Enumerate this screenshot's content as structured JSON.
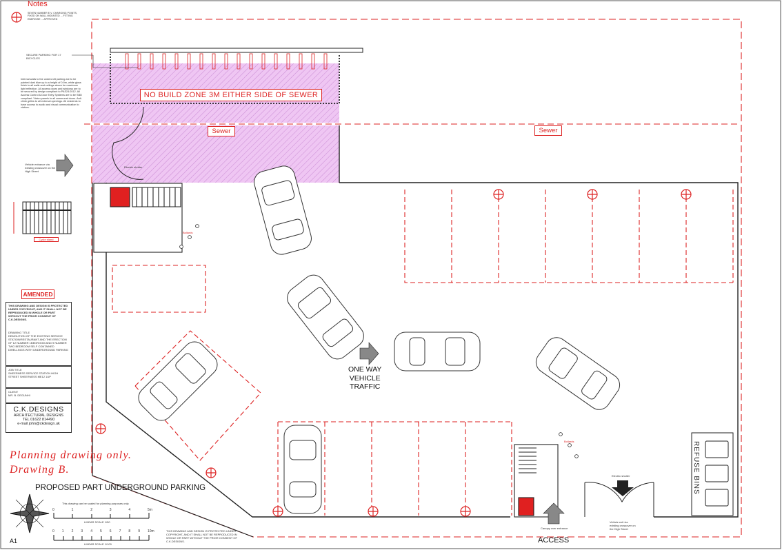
{
  "title_block": {
    "notes_label": "Notes",
    "notes_text": "SEVEN NUMBER E.V. CHARGING POINTS, FIXED ON WALL MOUNTED ... FITTING ENERGISE ... APPROVED",
    "planning_line1": "Planning drawing only.",
    "planning_line2": "Drawing B.",
    "amended": "AMENDED",
    "copyright": "THIS DRAWING AND DESIGN IS PROTECTED UNDER COPYRIGHT, AND IT SHALL NOT BE REPRODUCED IN WHOLE OR PART WITHOUT THE PRIOR CONSENT OF C.K.DESIGNS.",
    "drawing_title_label": "DRAWING TITLE",
    "drawing_title": "DEMOLITION OF THE EXISTING SERVICE STATION/RESTAURANT AND THE ERECTION OF 12 NUMBER 1BEDROOM AND 9 NUMBER TWO BEDROOM SELF CONTAINED DWELLINGS WITH UNDERGROUND PARKING",
    "job_title_label": "JOB TITLE",
    "job_title": "SHEERNESS SERVICE STATION HIGH STREET SHEERNESS ME12 1UP",
    "client_label": "CLIENT",
    "client": "MR. B. DEGUNHI",
    "company": "C.K.DESIGNS",
    "company_sub": "ARCHITECTURAL DESIGNS",
    "tel": "TEL  01622 814490",
    "email": "e-mail   john@ckdesign.uk",
    "proposed": "PROPOSED PART UNDERGROUND PARKING",
    "sheet_size": "A1",
    "scale_note": "This drawing can be scaled for planning purposes only.",
    "scale_50": "LINEAR SCALE 1/50",
    "scale_100": "LINEAR SCALE 1/100",
    "bottom_copyright": "THIS DRAWING AND DESIGN IS PROTECTED UNDER COPYRIGHT, AND IT SHALL NOT BE REPRODUCED IN WHOLE OR PART WITHOUT THE PRIOR CONSENT OF C.K.DESIGNS."
  },
  "plan": {
    "no_build": "NO BUILD ZONE 3M EITHER SIDE OF SEWER",
    "sewer_left": "Sewer",
    "sewer_right": "Sewer",
    "secure_bikes": "SECURE PARKING FOR 17 BICYCLES",
    "internal_note": "Internal walls to the undercroft parking are to be painted dark blue up to a height of 0.9m, white gloss finish to all walls and ceilings above for maximum light reflection. All access doors and windows are to be secured by design compliant to PAS24:2012. All Access Control & Door Entry Systems are to be SBD compliant. Vision panels to all communal doors. Anti-climb grilles to all external openings. All residents to have access to audio and visual communication to visitors.",
    "traffic_1": "ONE WAY",
    "traffic_2": "VEHICLE",
    "traffic_3": "TRAFFIC",
    "access": "ACCESS",
    "refuse": "REFUSE BINS",
    "bollards": "Bollards",
    "pedestrian_note": "Vehicle entrance via existing crossover on the High Street",
    "electric_shutter": "Electric shutter",
    "exit_note": "Vehicle exit via existing crossover on the High Street",
    "canopy": "Canopy over entrance",
    "cycle_stand": "Cycle stand",
    "scale_50_ticks": [
      "0",
      "1",
      "2",
      "3",
      "4",
      "5m"
    ],
    "scale_100_ticks": [
      "0",
      "1",
      "2",
      "3",
      "4",
      "5",
      "6",
      "7",
      "8",
      "9",
      "10m"
    ]
  },
  "colors": {
    "red": "#dd2222",
    "magenta_hatch": "#e9b8ee",
    "ink": "#222222"
  }
}
